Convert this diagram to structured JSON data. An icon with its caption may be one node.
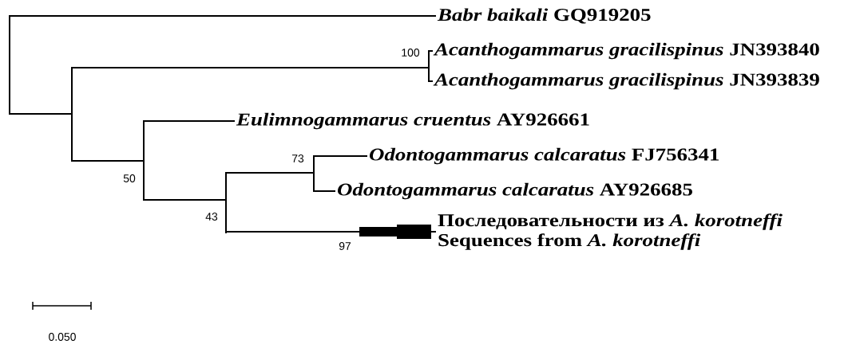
{
  "diagram": {
    "nodes": [
      {
        "text": [
          "*Babr baikali* GQ919205"
        ]
      },
      {
        "text": [
          "*Acanthogammarus gracilispinus* JN393840"
        ]
      },
      {
        "text": [
          "*Acanthogammarus gracilispinus* JN393839"
        ]
      },
      {
        "text": [
          "*Eulimnogammarus cruentus* AY926661"
        ]
      },
      {
        "text": [
          "*Odontogammarus calcaratus* FJ756341"
        ]
      },
      {
        "text": [
          "*Odontogammarus calcaratus* AY926685"
        ]
      },
      {
        "text": [
          "Последовательности из *A. korotneffi*",
          "Sequences from *A. korotneffi*"
        ]
      }
    ],
    "edges": [
      {
        "from": null,
        "to": 0,
        "arrow": "none"
      },
      {
        "from": 1,
        "to": 2,
        "arrow": "none"
      },
      {
        "from": null,
        "to": 3,
        "arrow": "none"
      },
      {
        "from": null,
        "to": 4,
        "arrow": "none"
      },
      {
        "from": null,
        "to": 5,
        "arrow": "none"
      },
      {
        "from": null,
        "to": 6,
        "arrow": "none"
      }
    ],
    "labels": [
      "100",
      "73",
      "50",
      "43",
      "97",
      "0.050"
    ]
  }
}
